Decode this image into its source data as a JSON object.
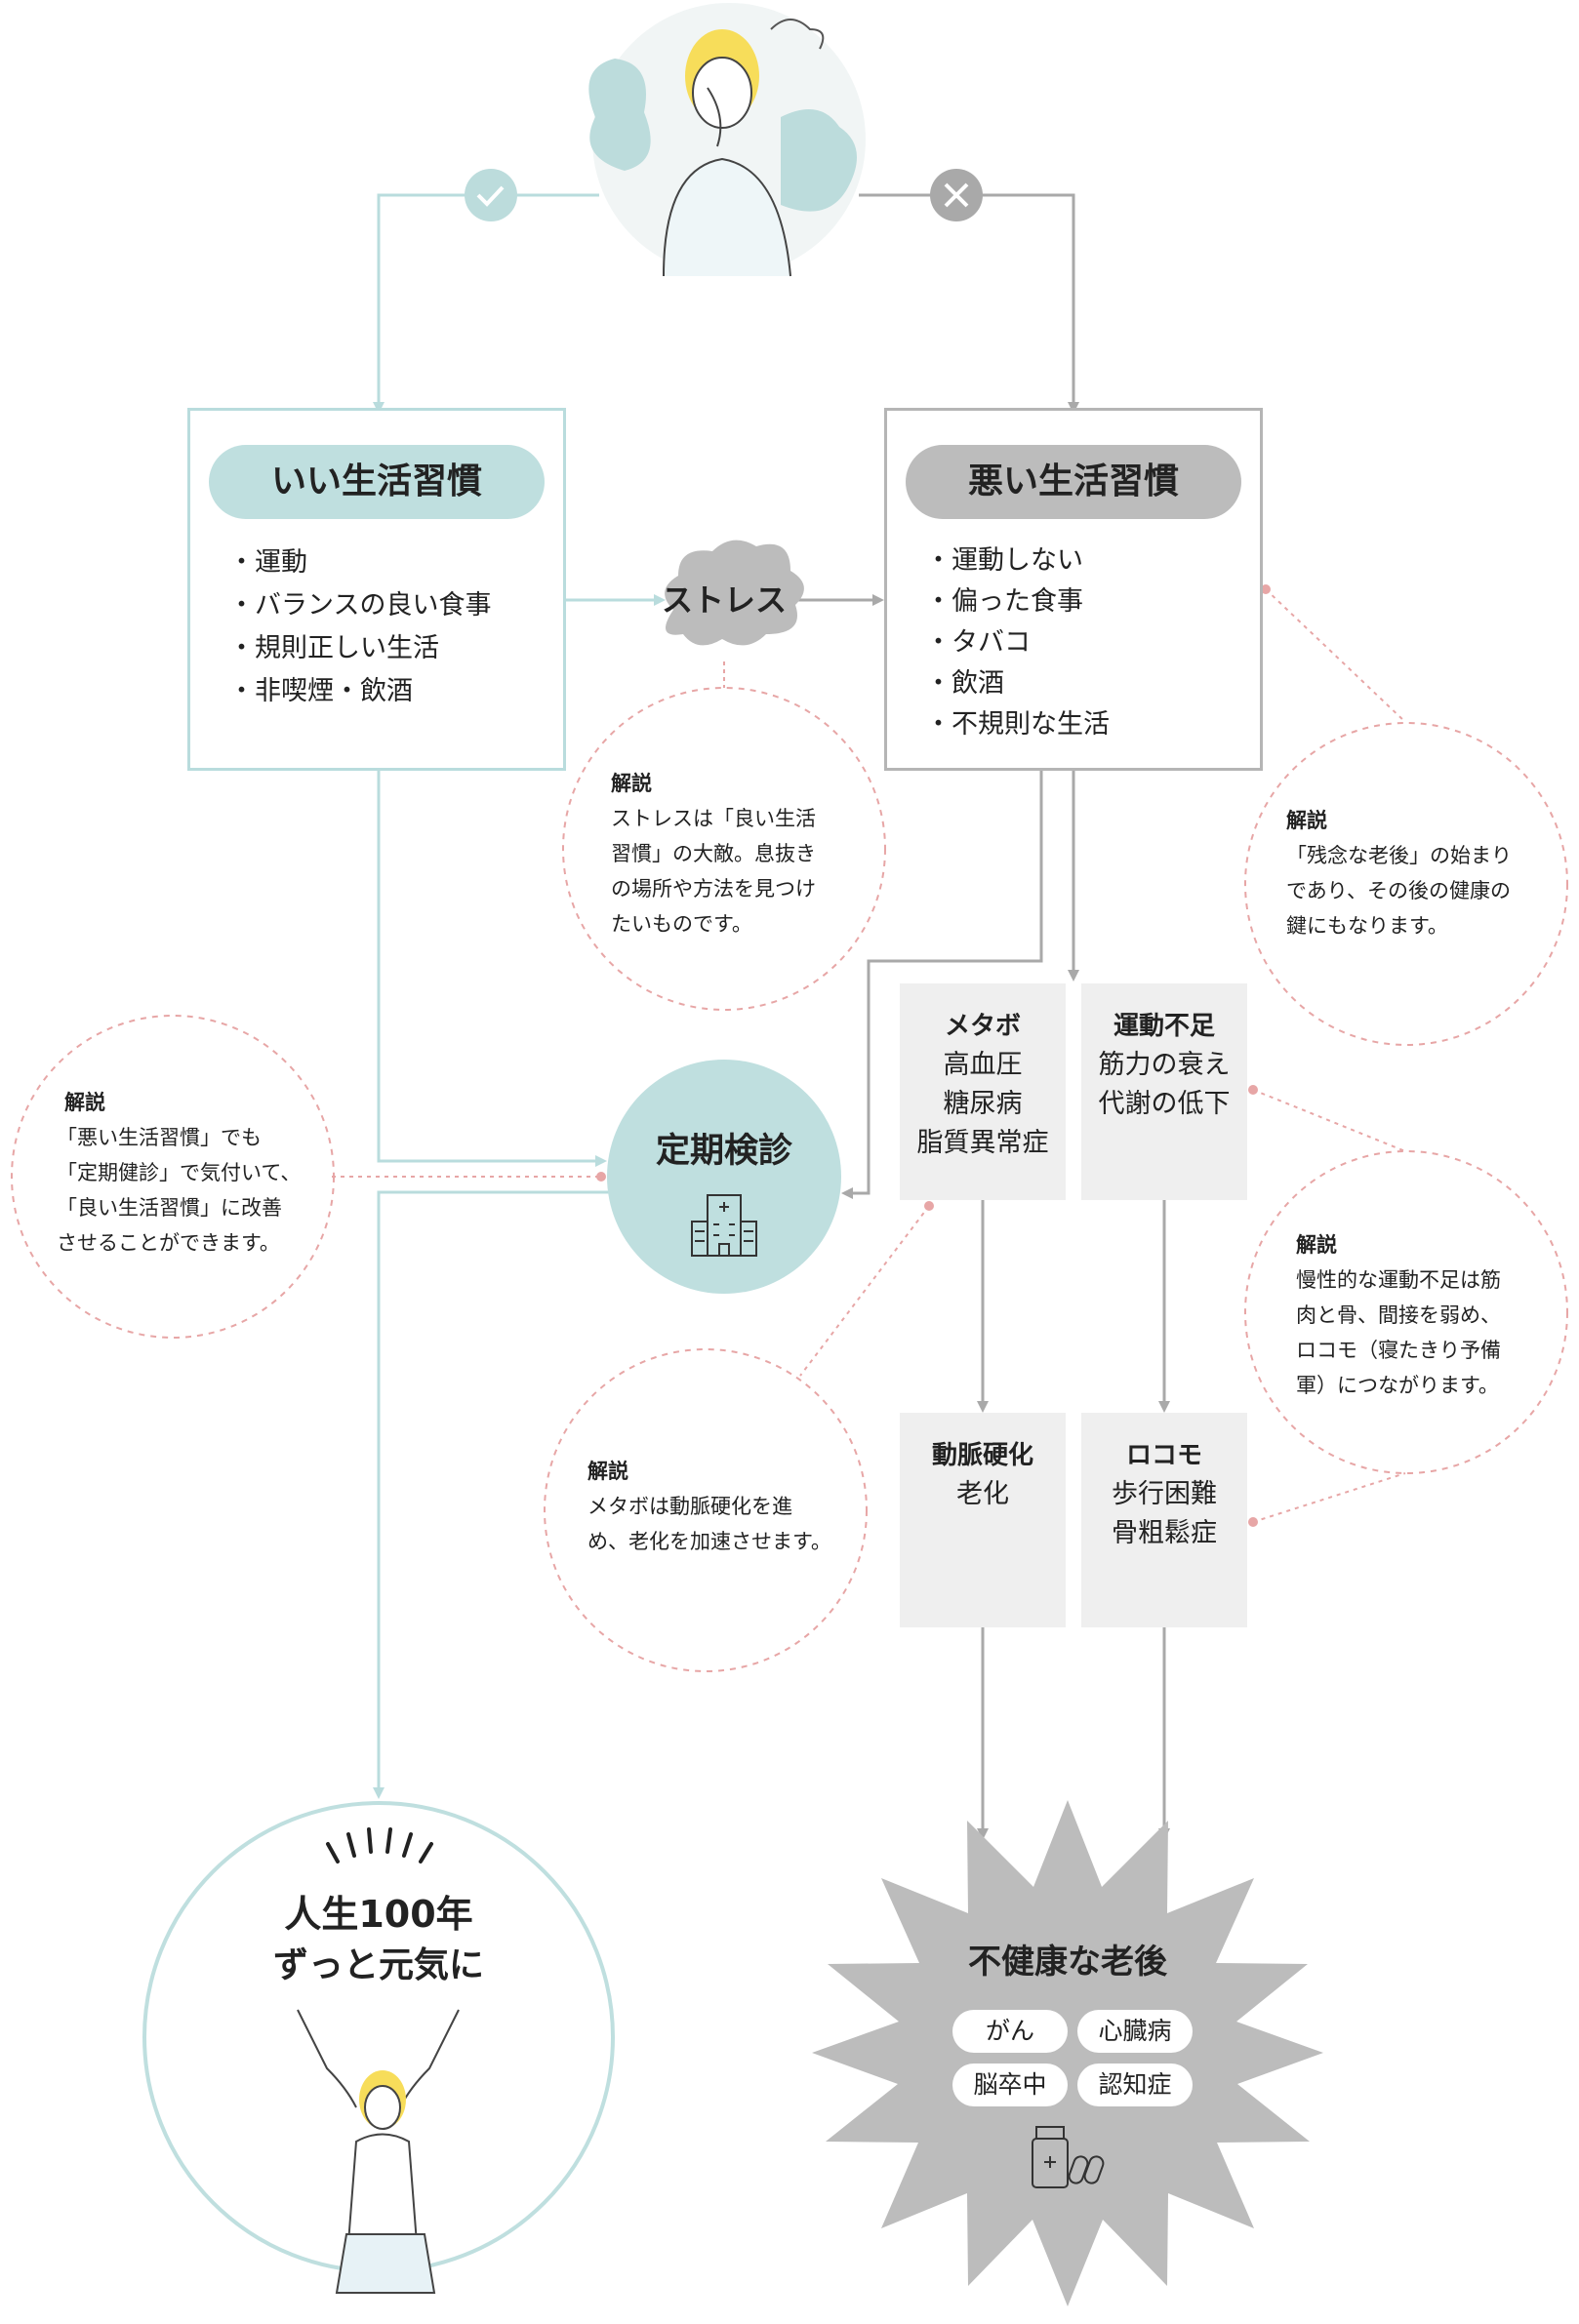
{
  "good_box": {
    "title": "いい生活習慣",
    "items": [
      "運動",
      "バランスの良い食事",
      "規則正しい生活",
      "非喫煙・飲酒"
    ]
  },
  "bad_box": {
    "title": "悪い生活習慣",
    "items": [
      "運動しない",
      "偏った食事",
      "タバコ",
      "飲酒",
      "不規則な生活"
    ]
  },
  "stress": {
    "label": "ストレス"
  },
  "checkup": {
    "label": "定期検診",
    "icon": "hospital-icon"
  },
  "cards": {
    "metabo": {
      "title": "メタボ",
      "lines": [
        "高血圧",
        "糖尿病",
        "脂質異常症"
      ]
    },
    "undeexercise": {
      "title": "運動不足",
      "lines": [
        "筋力の衰え",
        "代謝の低下"
      ]
    },
    "arteriosclerosis": {
      "title": "動脈硬化",
      "lines": [
        "老化"
      ]
    },
    "locomo": {
      "title": "ロコモ",
      "lines": [
        "歩行困難",
        "骨粗鬆症"
      ]
    }
  },
  "notes": {
    "stress": {
      "heading": "解説",
      "lines": [
        "ストレスは「良い生活",
        "習慣」の大敵。息抜き",
        "の場所や方法を見つけ",
        "たいものです。"
      ]
    },
    "bad": {
      "heading": "解説",
      "lines": [
        "「残念な老後」の始まり",
        "であり、その後の健康の",
        "鍵にもなります。"
      ]
    },
    "checkup": {
      "heading": "解説",
      "lines": [
        "「悪い生活習慣」でも",
        "「定期健診」で気付いて、",
        "「良い生活習慣」に改善",
        "させることができます。"
      ]
    },
    "locomo": {
      "heading": "解説",
      "lines": [
        "慢性的な運動不足は筋",
        "肉と骨、間接を弱め、",
        "ロコモ（寝たきり予備",
        "軍）につながります。"
      ]
    },
    "metabo": {
      "heading": "解説",
      "lines": [
        "メタボは動脈硬化を進",
        "め、老化を加速させます。"
      ]
    }
  },
  "good_end": {
    "line1": "人生100年",
    "line2": "ずっと元気に"
  },
  "bad_end": {
    "title": "不健康な老後",
    "tags": [
      "がん",
      "心臓病",
      "脳卒中",
      "認知症"
    ],
    "icon": "medicine-icon"
  },
  "colors": {
    "good": "#bfdfdf",
    "good_line": "#b9dcdd",
    "bad": "#bcbcbc",
    "bad_line": "#a9a9a9",
    "note_ring": "#e7a6a6",
    "card": "#efefef"
  }
}
